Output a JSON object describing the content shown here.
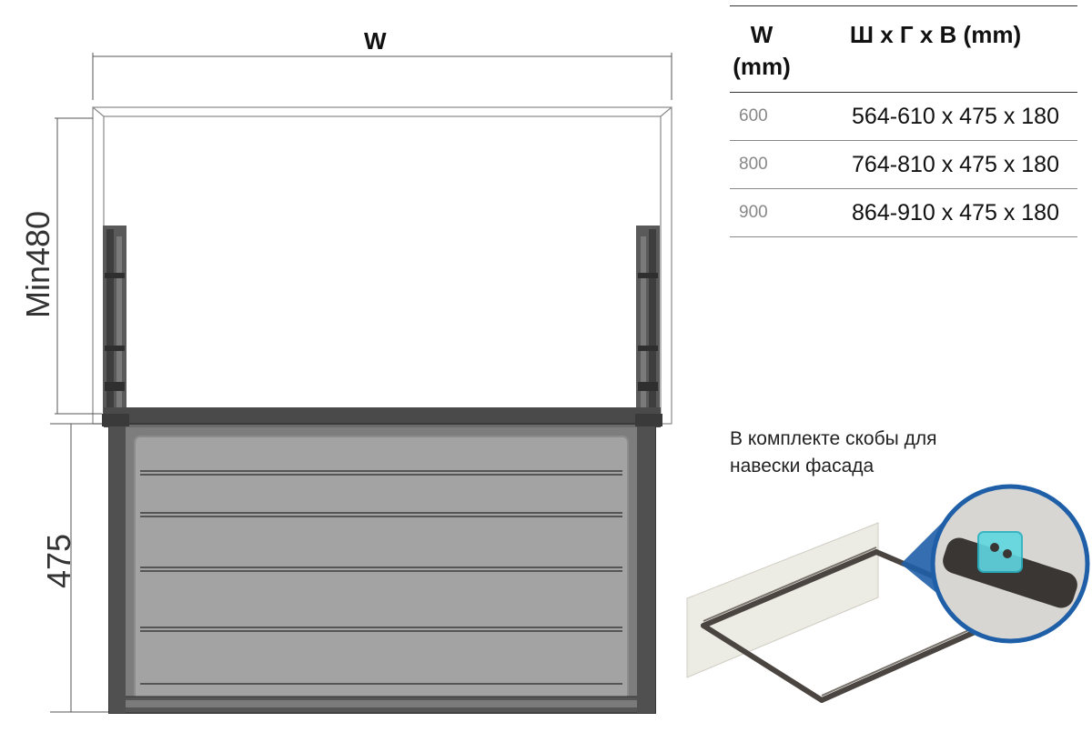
{
  "diagram": {
    "width_label": "W",
    "height_label": "Min480",
    "depth_label": "475"
  },
  "table": {
    "headers": [
      "W (mm)",
      "Ш х Г х В (mm)"
    ],
    "header_w_line1": "W",
    "header_w_line2": "(mm)",
    "rows": [
      {
        "w": "600",
        "dims": "564-610 x 475 x 180"
      },
      {
        "w": "800",
        "dims": "764-810 x 475 x 180"
      },
      {
        "w": "900",
        "dims": "864-910 x 475 x 180"
      }
    ]
  },
  "note": "В комплекте скобы для навески фасада",
  "colors": {
    "frame_dark": "#4a4a4a",
    "frame_mid": "#6b6b6b",
    "panel_fill": "#9a9a9a",
    "slat": "#555555",
    "accent_blue": "#1f5fa8",
    "clip_cyan": "#5fd6e0"
  }
}
